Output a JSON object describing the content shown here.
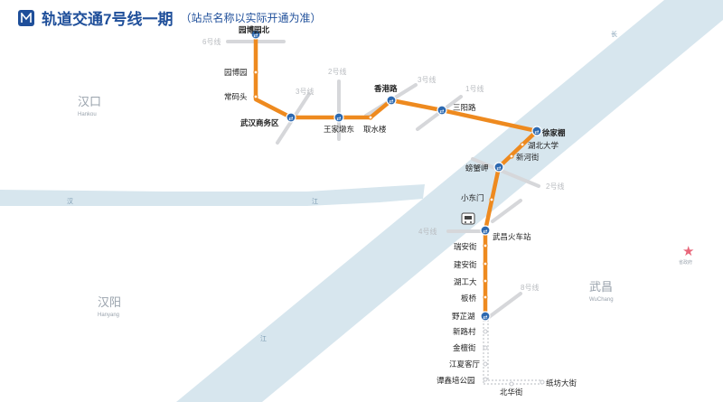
{
  "header": {
    "title": "轨道交通7号线一期",
    "subtitle": "（站点名称以实际开通为准）"
  },
  "colors": {
    "line7": "#ee8a1f",
    "river": "#d7e6ee",
    "transfer_line": "#d6d7da",
    "transfer_fill": "#2d69b0",
    "title": "#1f4f9a",
    "planned_line": "#c4c7cc"
  },
  "map": {
    "stations": [
      {
        "id": "yuanboyuanbei",
        "name": "园博园北",
        "transfer": true
      },
      {
        "id": "yuanboyuan",
        "name": "园博园",
        "transfer": false
      },
      {
        "id": "changmatou",
        "name": "常码头",
        "transfer": false
      },
      {
        "id": "wuhanshangwuqu",
        "name": "武汉商务区",
        "transfer": true
      },
      {
        "id": "wangjiadundong",
        "name": "王家墩东",
        "transfer": true
      },
      {
        "id": "qushuilou",
        "name": "取水楼",
        "transfer": false
      },
      {
        "id": "xianggang",
        "name": "香港路",
        "transfer": true
      },
      {
        "id": "sanyang",
        "name": "三阳路",
        "transfer": true
      },
      {
        "id": "xujiapeng",
        "name": "徐家棚",
        "transfer": true
      },
      {
        "id": "hubeidaxue",
        "name": "湖北大学",
        "transfer": false
      },
      {
        "id": "xinhejie",
        "name": "新河街",
        "transfer": false
      },
      {
        "id": "pangxiejia",
        "name": "螃蟹岬",
        "transfer": true
      },
      {
        "id": "xiaodongmen",
        "name": "小东门",
        "transfer": false
      },
      {
        "id": "wuchanghuochezhan",
        "name": "武昌火车站",
        "transfer": true
      },
      {
        "id": "ruianjie",
        "name": "瑞安街",
        "transfer": false
      },
      {
        "id": "jiananjie",
        "name": "建安街",
        "transfer": false
      },
      {
        "id": "hugongda",
        "name": "湖工大",
        "transfer": false
      },
      {
        "id": "banqiao",
        "name": "板桥",
        "transfer": false
      },
      {
        "id": "yezhihu",
        "name": "野芷湖",
        "transfer": true
      }
    ],
    "planned_stations": [
      {
        "id": "xinlucun",
        "name": "新路村"
      },
      {
        "id": "jinyingjie",
        "name": "金檀街"
      },
      {
        "id": "jiangxiaketing",
        "name": "江夏客厅"
      },
      {
        "id": "tanxinpei",
        "name": "谭鑫培公园"
      },
      {
        "id": "beihuajie",
        "name": "北华街"
      },
      {
        "id": "zhifangdajie",
        "name": "纸坊大街"
      }
    ],
    "transfer_lines": [
      "6号线",
      "3号线",
      "2号线",
      "3号线",
      "1号线",
      "2号线",
      "4号线",
      "8号线"
    ],
    "districts": [
      {
        "name": "汉口",
        "en": "Hankou"
      },
      {
        "name": "汉阳",
        "en": "Hanyang"
      },
      {
        "name": "武昌",
        "en": "WuChang"
      }
    ],
    "rivers": [
      "长",
      "江",
      "汉",
      "江"
    ],
    "capital_mark": "省政府",
    "railway_icon": "train-station-icon"
  }
}
